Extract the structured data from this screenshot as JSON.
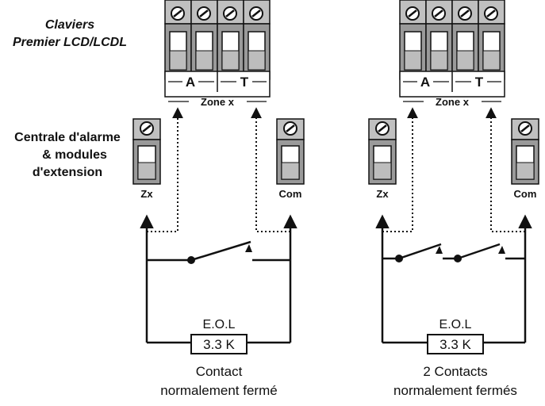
{
  "keypad_label": [
    "Claviers",
    "Premier LCD/LCDL"
  ],
  "panel_label": [
    "Centrale d'alarme",
    "& modules",
    "d'extension"
  ],
  "keypad_terminals": [
    "A",
    "T"
  ],
  "zone_label": "Zone x",
  "panel_terminals": {
    "left": "Zx",
    "right": "Com"
  },
  "eol_label": "E.O.L",
  "resistor_value": "3.3 K",
  "left_caption": [
    "Contact",
    "normalement fermé"
  ],
  "right_caption": [
    "2 Contacts",
    "normalement fermés"
  ],
  "colors": {
    "line": "#111111",
    "terminal_fill": "#c8c8c8",
    "terminal_dark": "#8a8a8a"
  }
}
